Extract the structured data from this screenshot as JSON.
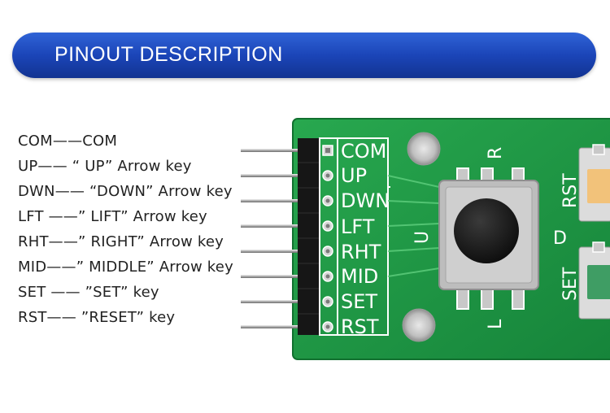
{
  "banner": {
    "title": "PINOUT DESCRIPTION"
  },
  "pinout": [
    "COM——COM",
    "UP——  “ UP” Arrow key",
    "DWN——  “DOWN” Arrow key",
    "LFT ——” LIFT” Arrow key",
    "RHT——” RIGHT” Arrow key",
    "MID——” MIDDLE” Arrow key",
    "SET —— ”SET” key",
    "RST—— ”RESET” key"
  ],
  "board": {
    "silk_labels": [
      "COM",
      "UP",
      "DWN",
      "LFT",
      "RHT",
      "MID",
      "SET",
      "RST"
    ],
    "joystick_labels": {
      "top": "R",
      "left": "U",
      "right": "D",
      "bottom": "L"
    },
    "button_labels": [
      "RST",
      "SET"
    ],
    "colors": {
      "pcb": "#1e9a45",
      "banner": "#1f4cc0",
      "knob": "#1a1a1a"
    }
  }
}
